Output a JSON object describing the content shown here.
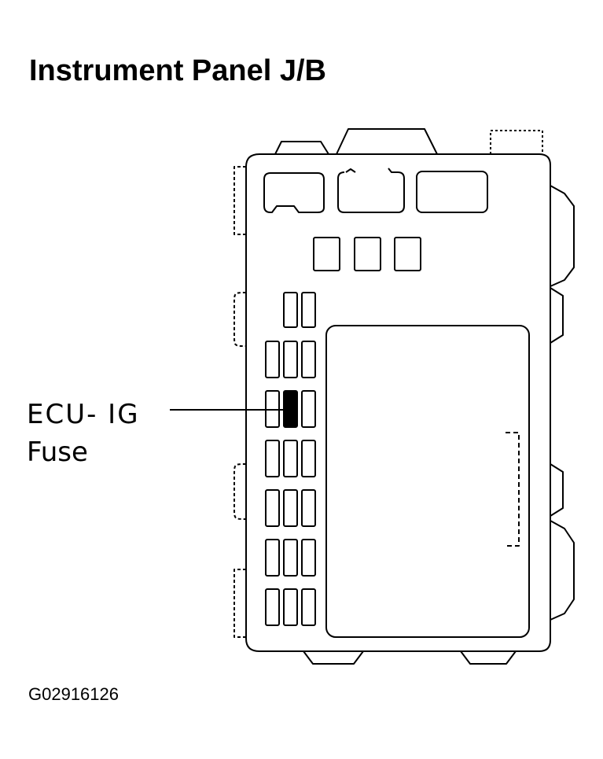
{
  "title": "Instrument Panel J/B",
  "callout": {
    "line1": "ECU- IG",
    "line2": "Fuse"
  },
  "figure_code": "G02916126",
  "highlighted_fuse": "ECU- IG",
  "colors": {
    "line": "#000000",
    "background": "#ffffff",
    "highlight": "#000000"
  }
}
